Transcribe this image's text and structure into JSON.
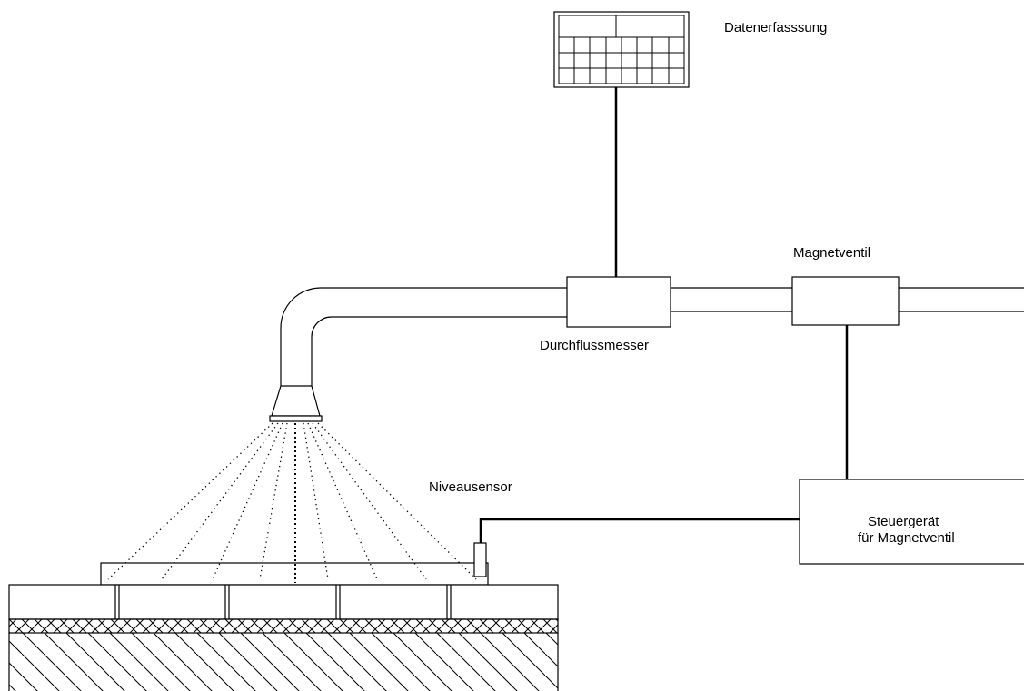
{
  "labels": {
    "data_acquisition": "Datenerfasssung",
    "solenoid_valve": "Magnetventil",
    "flow_meter": "Durchflussmesser",
    "level_sensor": "Niveausensor",
    "controller_line1": "Steuergerät",
    "controller_line2": "für Magnetventil"
  },
  "colors": {
    "line": "#000000",
    "background": "#ffffff"
  }
}
